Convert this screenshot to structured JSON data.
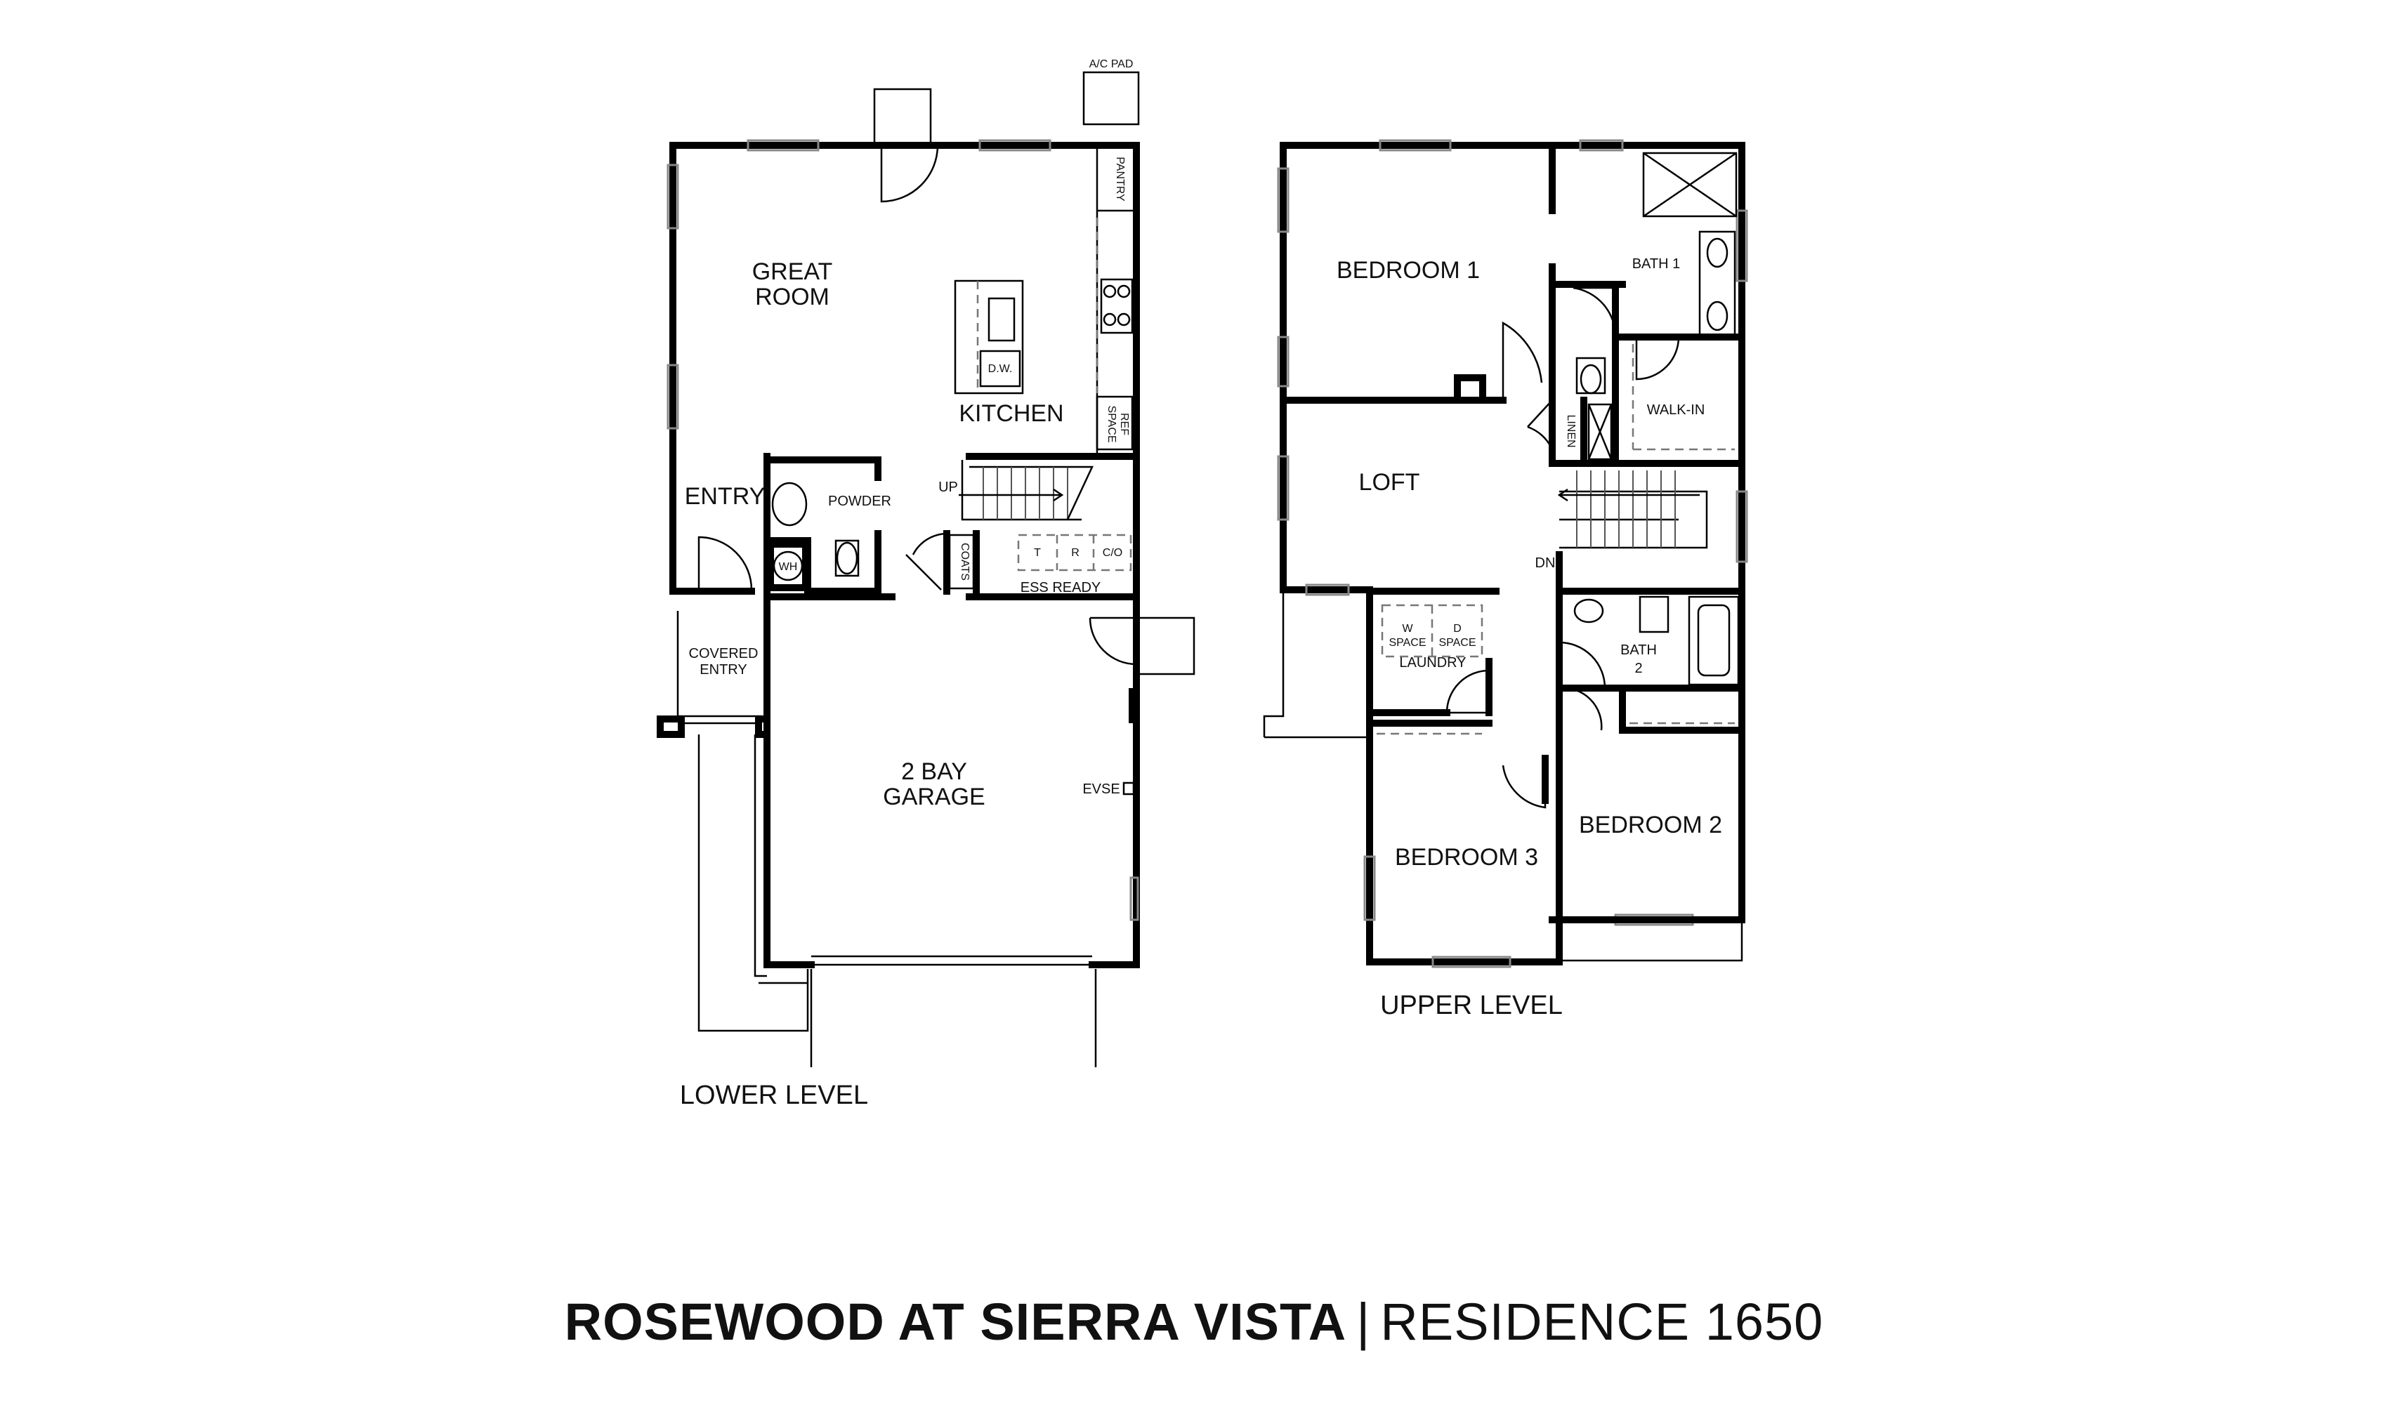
{
  "title": {
    "community": "ROSEWOOD AT SIERRA VISTA",
    "separator": "|",
    "residence": "RESIDENCE 1650"
  },
  "lower_level": {
    "label": "LOWER LEVEL",
    "ac_pad": "A/C PAD",
    "rooms": {
      "great_room_1": "GREAT",
      "great_room_2": "ROOM",
      "kitchen": "KITCHEN",
      "entry": "ENTRY",
      "powder": "POWDER",
      "covered_entry_1": "COVERED",
      "covered_entry_2": "ENTRY",
      "garage_1": "2 BAY",
      "garage_2": "GARAGE"
    },
    "fixtures": {
      "pantry": "PANTRY",
      "dw": "D.W.",
      "ref_1": "REF",
      "ref_2": "SPACE",
      "up": "UP",
      "coats": "COATS",
      "wh": "WH",
      "t": "T",
      "r": "R",
      "co": "C/O",
      "ess_ready": "ESS READY",
      "evse": "EVSE"
    }
  },
  "upper_level": {
    "label": "UPPER LEVEL",
    "rooms": {
      "bedroom_1": "BEDROOM 1",
      "bath_1": "BATH 1",
      "walk_in": "WALK-IN",
      "loft": "LOFT",
      "linen": "LINEN",
      "laundry": "LAUNDRY",
      "bath_2_1": "BATH",
      "bath_2_2": "2",
      "bedroom_2": "BEDROOM 2",
      "bedroom_3": "BEDROOM 3"
    },
    "fixtures": {
      "dn": "DN",
      "w_1": "W",
      "w_2": "SPACE",
      "d_1": "D",
      "d_2": "SPACE"
    }
  }
}
